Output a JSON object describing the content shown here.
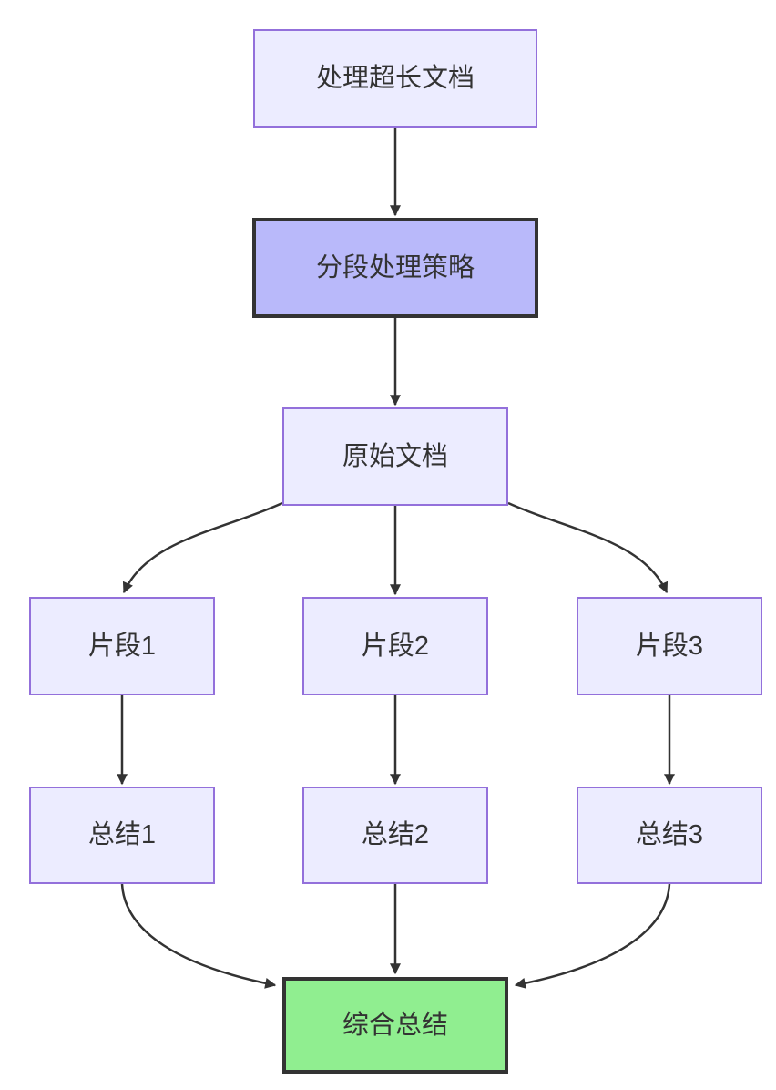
{
  "diagram": {
    "type": "flowchart",
    "direction": "top-down",
    "nodes": [
      {
        "id": "process-long-doc",
        "label": "处理超长文档",
        "style": "default"
      },
      {
        "id": "segment-strategy",
        "label": "分段处理策略",
        "style": "emphasis"
      },
      {
        "id": "original-doc",
        "label": "原始文档",
        "style": "default"
      },
      {
        "id": "fragment-1",
        "label": "片段1",
        "style": "default"
      },
      {
        "id": "fragment-2",
        "label": "片段2",
        "style": "default"
      },
      {
        "id": "fragment-3",
        "label": "片段3",
        "style": "default"
      },
      {
        "id": "summary-1",
        "label": "总结1",
        "style": "default"
      },
      {
        "id": "summary-2",
        "label": "总结2",
        "style": "default"
      },
      {
        "id": "summary-3",
        "label": "总结3",
        "style": "default"
      }
    ],
    "final_node": {
      "id": "final-summary",
      "label": "综合总结",
      "style": "success"
    },
    "edges": [
      {
        "from": "process-long-doc",
        "to": "segment-strategy"
      },
      {
        "from": "segment-strategy",
        "to": "original-doc"
      },
      {
        "from": "original-doc",
        "to": "fragment-1"
      },
      {
        "from": "original-doc",
        "to": "fragment-2"
      },
      {
        "from": "original-doc",
        "to": "fragment-3"
      },
      {
        "from": "fragment-1",
        "to": "summary-1"
      },
      {
        "from": "fragment-2",
        "to": "summary-2"
      },
      {
        "from": "fragment-3",
        "to": "summary-3"
      },
      {
        "from": "summary-1",
        "to": "final-summary"
      },
      {
        "from": "summary-2",
        "to": "final-summary"
      },
      {
        "from": "summary-3",
        "to": "final-summary"
      }
    ],
    "colors": {
      "node_fill": "#ECECFF",
      "node_border": "#9370DB",
      "emphasis_fill": "#B9B9FA",
      "emphasis_border": "#333333",
      "success_fill": "#90EE90",
      "success_border": "#333333",
      "edge": "#333333",
      "text": "#333333"
    }
  }
}
